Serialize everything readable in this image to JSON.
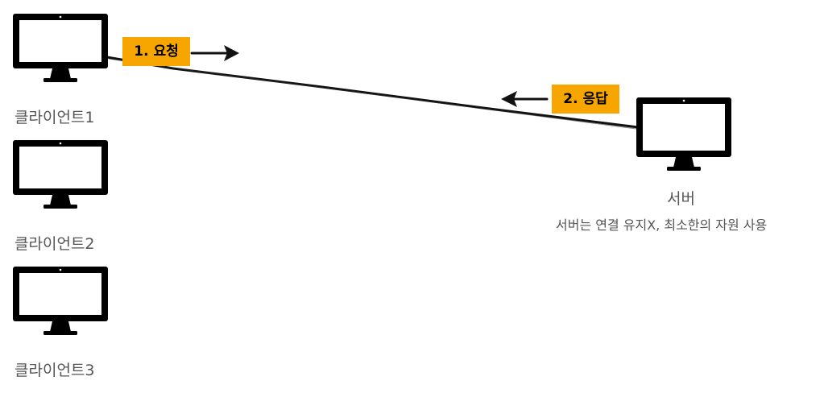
{
  "clients": [
    {
      "label": "클라이언트1"
    },
    {
      "label": "클라이언트2"
    },
    {
      "label": "클라이언트3"
    }
  ],
  "server": {
    "label": "서버",
    "note": "서버는 연결 유지X, 최소한의 자원 사용"
  },
  "request": {
    "label": "1. 요청"
  },
  "response": {
    "label": "2. 응답"
  },
  "colors": {
    "badge": "#f7a600",
    "monitor": "#000000",
    "label_text": "#555555"
  }
}
